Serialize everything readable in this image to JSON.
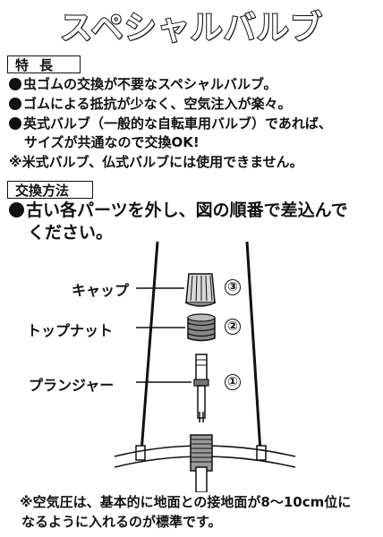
{
  "title": "スペシャルバルブ",
  "features": {
    "tag": "特長",
    "items": [
      "虫ゴムの交換が不要なスペシャルバルブ。",
      "ゴムによる抵抗が少なく、空気注入が楽々。",
      "英式バルブ（一般的な自転車用バルブ）であれば、",
      "サイズが共通なので交換OK!"
    ],
    "note": "※米式バルブ、仏式バルブには使用できません。"
  },
  "method": {
    "tag": "交換方法",
    "line1": "古い各パーツを外し、図の順番で差込んで",
    "line2": "ください。"
  },
  "parts": [
    {
      "label": "キャップ",
      "number": "③"
    },
    {
      "label": "トップナット",
      "number": "②"
    },
    {
      "label": "プランジャー",
      "number": "①"
    }
  ],
  "footer": {
    "line1": "※空気圧は、基本的に地面との接地面が8〜10cm位に",
    "line2": "なるように入れるのが標準です。"
  }
}
